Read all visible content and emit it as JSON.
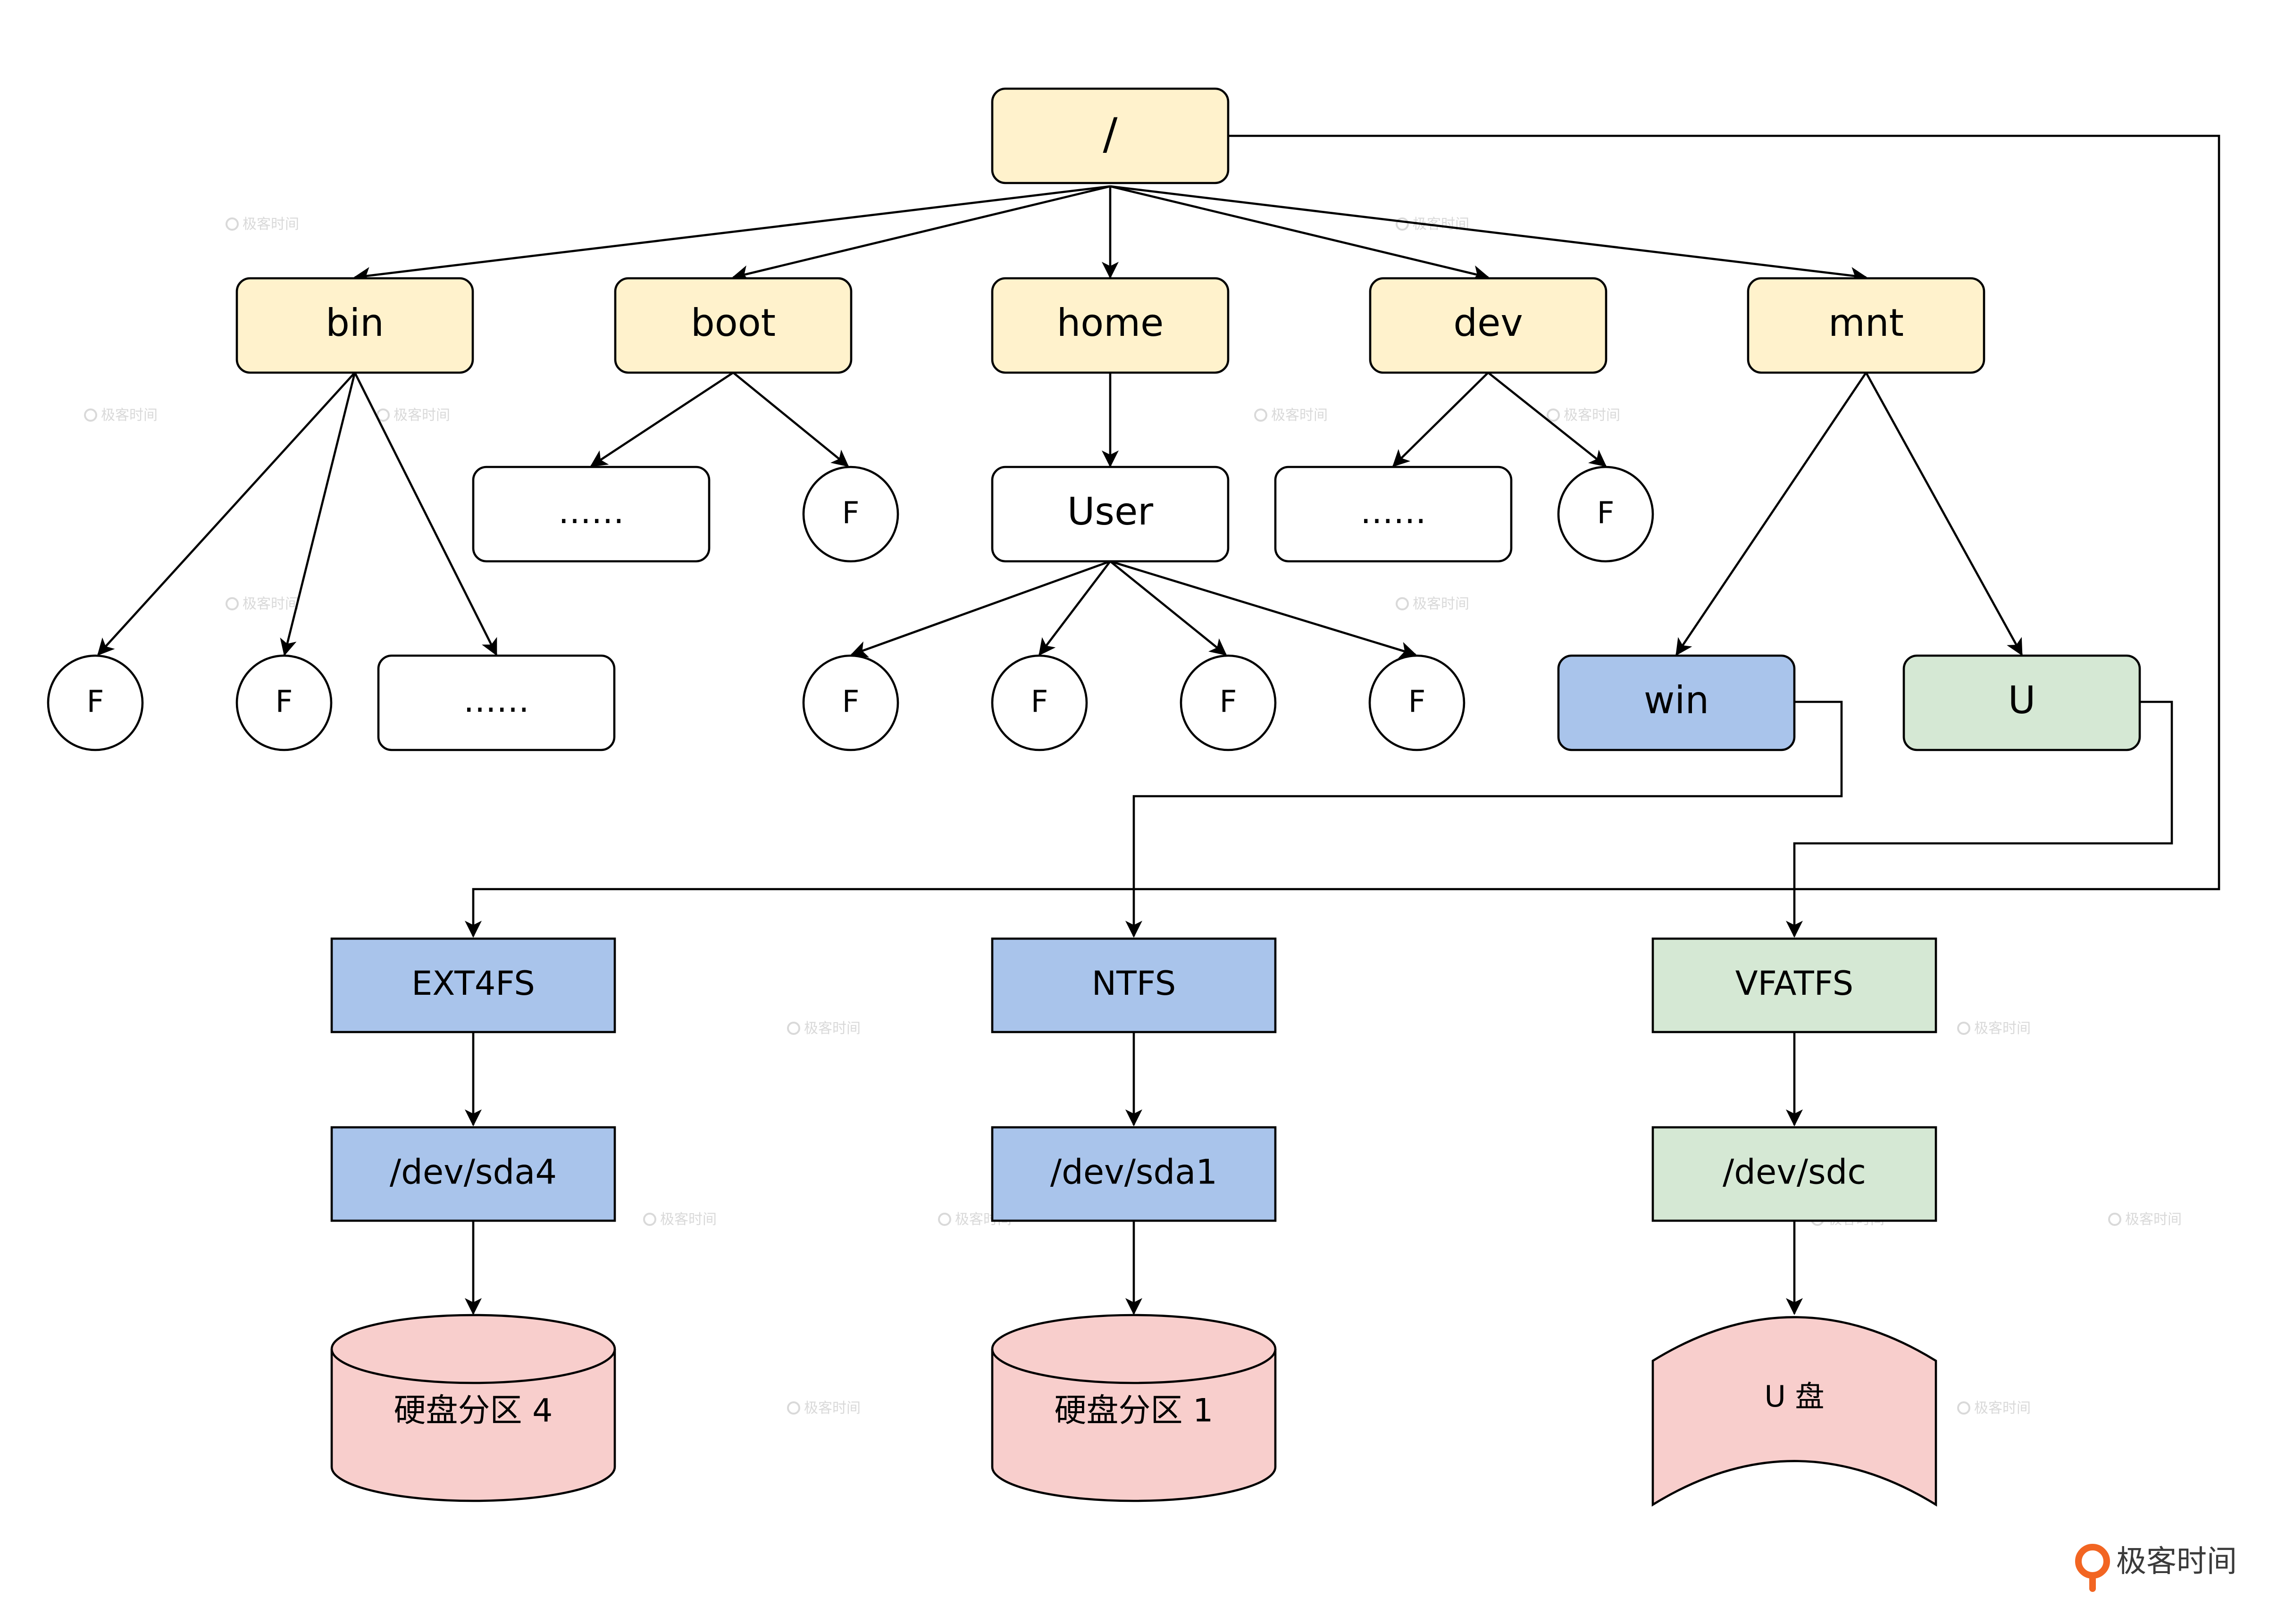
{
  "colors": {
    "yellow": "#fff2cc",
    "blue": "#a9c4eb",
    "green": "#d5e8d4",
    "pink": "#f8cecc",
    "white": "#ffffff",
    "stroke": "#000000",
    "brand_orange": "#f26522"
  },
  "nodes": {
    "root": "/",
    "bin": "bin",
    "boot": "boot",
    "home": "home",
    "dev": "dev",
    "mnt": "mnt",
    "boot_more": "……",
    "boot_f": "F",
    "user": "User",
    "dev_more": "……",
    "dev_f": "F",
    "bin_f1": "F",
    "bin_f2": "F",
    "bin_more": "……",
    "user_f1": "F",
    "user_f2": "F",
    "user_f3": "F",
    "user_f4": "F",
    "win": "win",
    "u": "U",
    "ext4fs": "EXT4FS",
    "ntfs": "NTFS",
    "vfatfs": "VFATFS",
    "sda4": "/dev/sda4",
    "sda1": "/dev/sda1",
    "sdc": "/dev/sdc",
    "disk4": "硬盘分区 4",
    "disk1": "硬盘分区 1",
    "udisk": "U 盘"
  },
  "watermark": {
    "text": "极客时间"
  },
  "brand": {
    "name": "极客时间",
    "icon": "geektime-logo-icon"
  }
}
